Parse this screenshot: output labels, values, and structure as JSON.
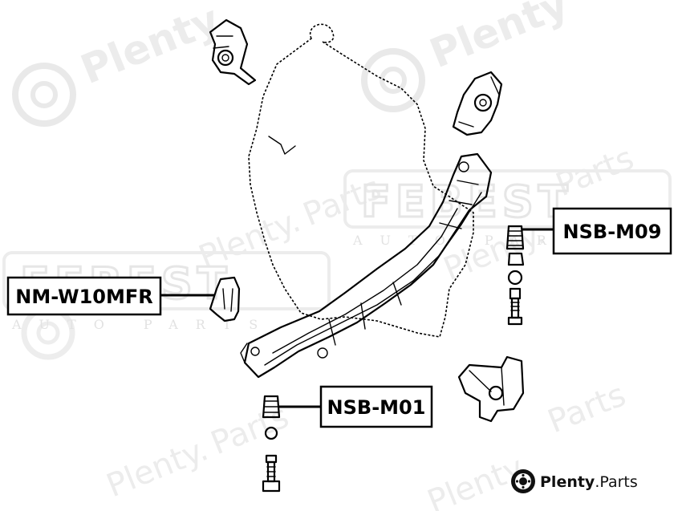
{
  "watermark": {
    "plenty_dot": "Plenty.",
    "parts": "Parts",
    "plenty_big": "Plenty",
    "brand": "FEBEST",
    "sub": "AUTO PARTS"
  },
  "labels": {
    "nm_w10mfr": "NM-W10MFR",
    "nsb_m09": "NSB-M09",
    "nsb_m01": "NSB-M01"
  },
  "logo": {
    "name": "Plenty",
    "suffix": ".Parts"
  },
  "colors": {
    "line": "#000000",
    "watermark": "#ececec",
    "background": "#ffffff"
  }
}
